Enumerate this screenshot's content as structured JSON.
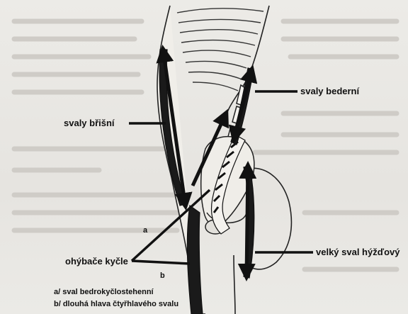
{
  "labels": {
    "abdominal": "svaly břišní",
    "lumbar": "svaly bederní",
    "gluteus": "velký sval hýžďový",
    "hip_flexors": "ohýbače kyčle",
    "marker_a": "a",
    "marker_b": "b",
    "legend_a": "a/ sval bedrokyčlostehenní",
    "legend_b": "b/ dlouhá hlava čtyřhlavého svalu"
  },
  "colors": {
    "paper": "#e9e7e3",
    "ink": "#111111",
    "muscle_fill": "#f4f2ee"
  }
}
